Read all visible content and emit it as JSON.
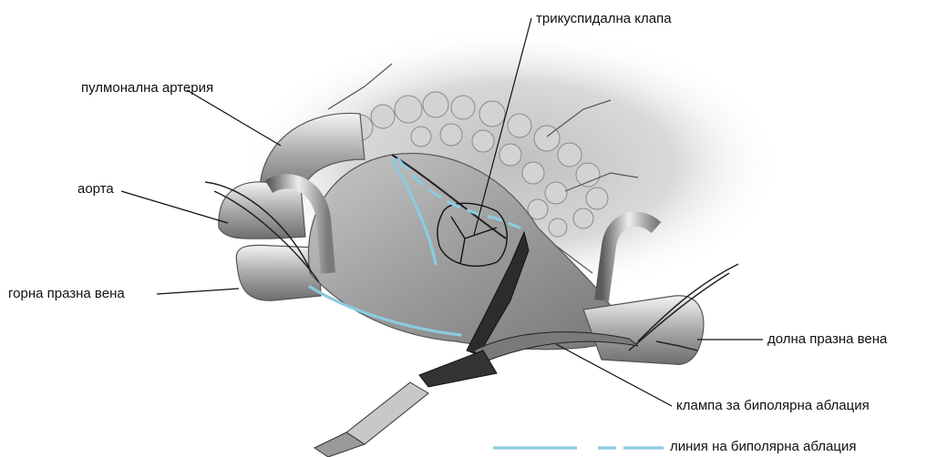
{
  "labels": {
    "tricuspid": "трикуспидална клапа",
    "pulmonary": "пулмонална артерия",
    "aorta": "аорта",
    "svc": "горна празна вена",
    "ivc": "долна празна вена",
    "clamp": "клампа за биполярна аблация"
  },
  "legend": {
    "label": "линия на биполярна аблация",
    "line_color": "#8ccbe0"
  },
  "colors": {
    "ablation_line": "#8ccbe0",
    "leader_line": "#111111"
  }
}
